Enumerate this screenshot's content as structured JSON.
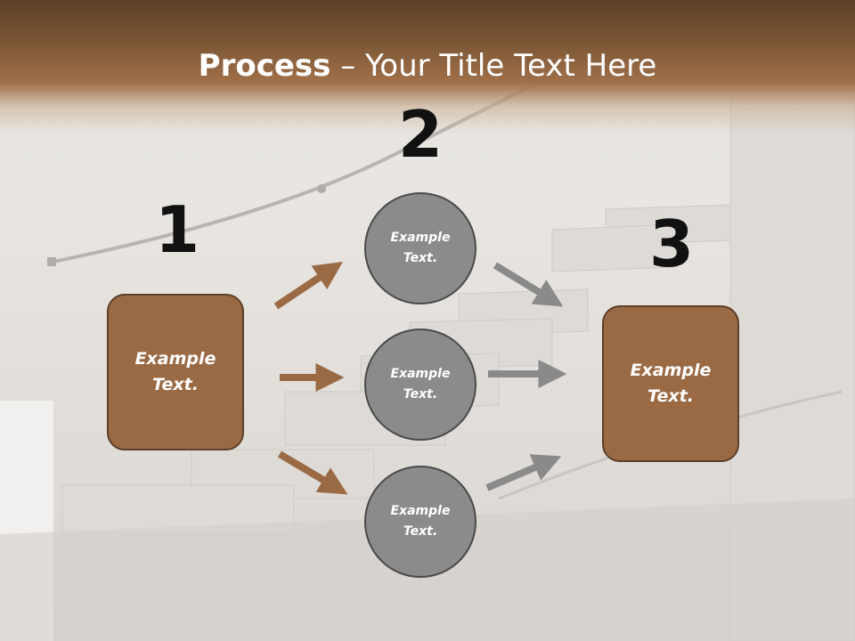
{
  "title": {
    "bold": "Process",
    "separator": " – ",
    "rest": "Your Title Text Here"
  },
  "steps": [
    {
      "number": "1",
      "label_line1": "Example",
      "label_line2": "Text."
    },
    {
      "number": "2"
    },
    {
      "number": "3",
      "label_line1": "Example",
      "label_line2": "Text."
    }
  ],
  "circles": [
    {
      "label_line1": "Example",
      "label_line2": "Text."
    },
    {
      "label_line1": "Example",
      "label_line2": "Text."
    },
    {
      "label_line1": "Example",
      "label_line2": "Text."
    }
  ],
  "colors": {
    "box_fill": "#9a6a45",
    "circle_fill": "#8b8b8b",
    "arrow_brown": "#9a6a45",
    "arrow_gray": "#8a8a8a",
    "header_brown": "#7a5535"
  }
}
